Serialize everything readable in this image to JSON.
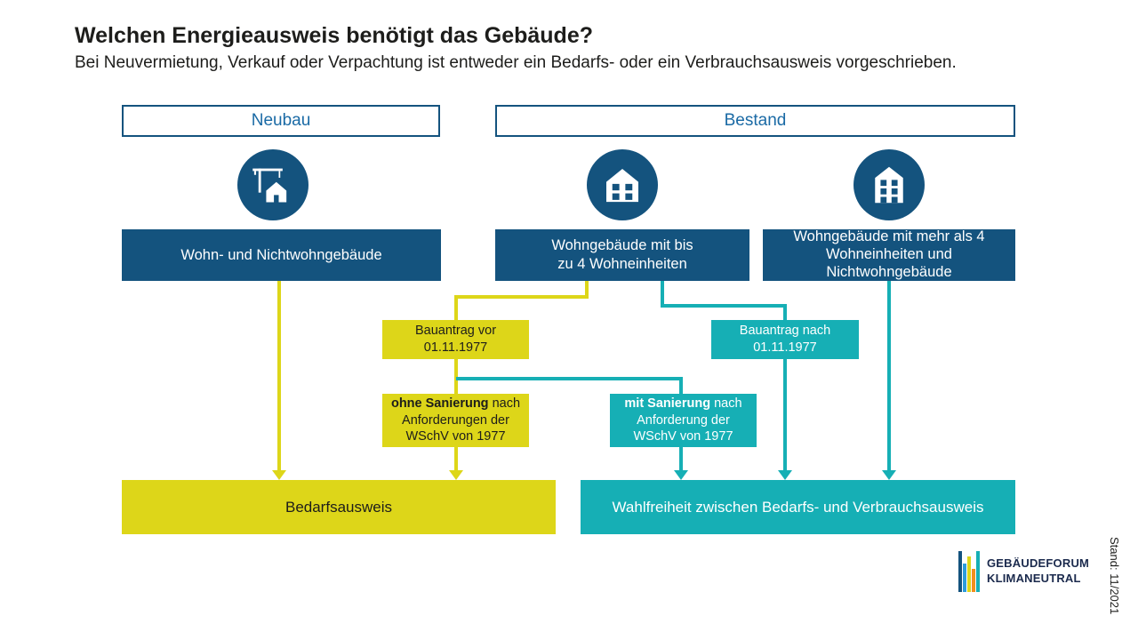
{
  "page": {
    "title": "Welchen Energieausweis benötigt das Gebäude?",
    "subtitle": "Bei Neuvermietung, Verkauf oder Verpachtung ist entweder ein Bedarfs- oder ein Verbrauchsausweis vorgeschrieben.",
    "stand": "Stand: 11/2021"
  },
  "headers": {
    "neubau": "Neubau",
    "bestand": "Bestand"
  },
  "icons": {
    "neubau": "crane-house-icon",
    "bestand_klein": "house-icon",
    "bestand_gross": "apartment-building-icon"
  },
  "nodes": {
    "wohn": {
      "label": "Wohn- und Nichtwohngebäude"
    },
    "bis4": {
      "line1": "Wohngebäude mit bis",
      "line2": "zu 4 Wohneinheiten"
    },
    "mehr4": {
      "line1": "Wohngebäude mit mehr als 4",
      "line2": "Wohneinheiten und",
      "line3": "Nichtwohngebäude"
    },
    "bauantrag_vor": {
      "line1": "Bauantrag vor",
      "line2": "01.11.1977"
    },
    "bauantrag_nach": {
      "line1": "Bauantrag nach",
      "line2": "01.11.1977"
    },
    "ohne_sanierung": {
      "bold": "ohne Sanierung",
      "after_bold": " nach",
      "line2": "Anforderungen der",
      "line3": "WSchV von 1977"
    },
    "mit_sanierung": {
      "bold": "mit Sanierung",
      "after_bold": " nach",
      "line2": "Anforderung der",
      "line3": "WSchV von 1977"
    },
    "bedarfsausweis": {
      "label": "Bedarfsausweis"
    },
    "wahlfreiheit": {
      "label": "Wahlfreiheit zwischen Bedarfs- und Verbrauchsausweis"
    }
  },
  "logo": {
    "line1": "GEBÄUDEFORUM",
    "line2": "KLIMANEUTRAL"
  },
  "colors": {
    "blue": "#14537E",
    "blue-text": "#1A6AA5",
    "yellow": "#DDD619",
    "teal": "#16AFB5",
    "ink": "#1D1D1B",
    "logo-navy": "#1B2A4D",
    "orange": "#F18F1F",
    "light-blue": "#2D9CDB"
  }
}
